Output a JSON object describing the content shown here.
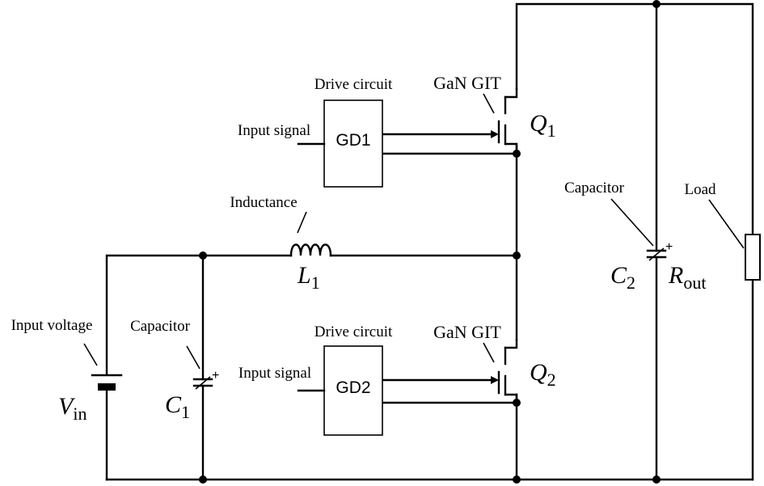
{
  "labels": {
    "drive_circuit_top": "Drive circuit",
    "drive_circuit_bottom": "Drive circuit",
    "input_signal_top": "Input signal",
    "input_signal_bottom": "Input signal",
    "gan_git_top": "GaN GIT",
    "gan_git_bottom": "GaN GIT",
    "inductance": "Inductance",
    "input_voltage": "Input voltage",
    "capacitor_c1": "Capacitor",
    "capacitor_c2": "Capacitor",
    "load": "Load"
  },
  "blocks": {
    "gd1": "GD1",
    "gd2": "GD2"
  },
  "symbols": {
    "q1": {
      "main": "Q",
      "sub": "1"
    },
    "q2": {
      "main": "Q",
      "sub": "2"
    },
    "l1": {
      "main": "L",
      "sub": "1"
    },
    "c1": {
      "main": "C",
      "sub": "1"
    },
    "c2": {
      "main": "C",
      "sub": "2"
    },
    "vin": {
      "main": "V",
      "sub": "in"
    },
    "rout": {
      "main": "R",
      "sub": "out"
    }
  },
  "polarity": {
    "c1_plus": "+",
    "c2_plus": "+"
  }
}
